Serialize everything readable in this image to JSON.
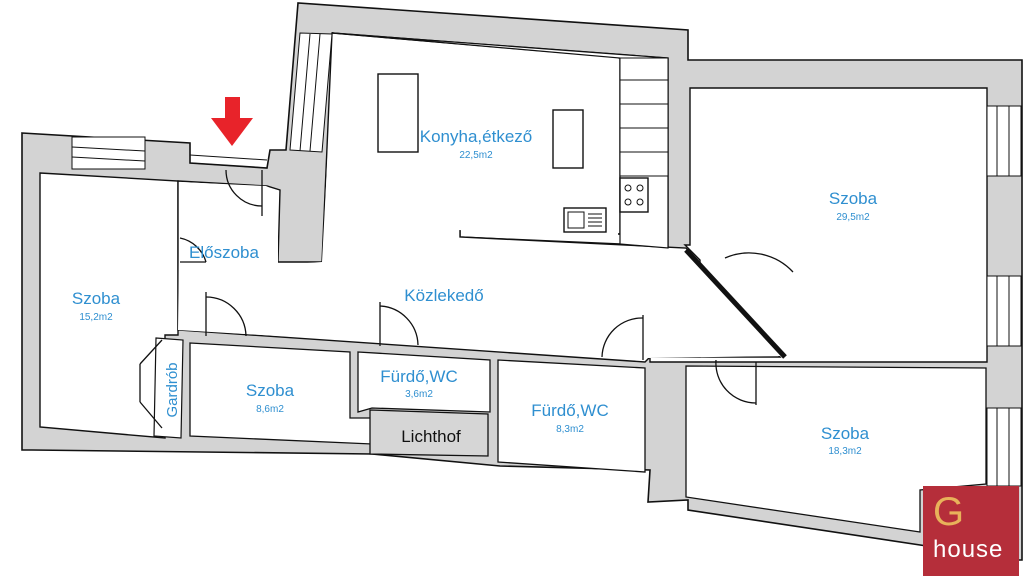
{
  "rooms": {
    "kitchen": {
      "name": "Konyha,étkező",
      "area": "22,5m2"
    },
    "room_right_top": {
      "name": "Szoba",
      "area": "29,5m2"
    },
    "entry": {
      "name": "Előszoba"
    },
    "corridor": {
      "name": "Közlekedő"
    },
    "room_left": {
      "name": "Szoba",
      "area": "15,2m2"
    },
    "room_small": {
      "name": "Szoba",
      "area": "8,6m2"
    },
    "bath_small": {
      "name": "Fürdő,WC",
      "area": "3,6m2"
    },
    "bath_large": {
      "name": "Fürdő,WC",
      "area": "8,3m2"
    },
    "room_right_bottom": {
      "name": "Szoba",
      "area": "18,3m2"
    },
    "wardrobe": {
      "name": "Gardrób"
    },
    "lightwell": {
      "name": "Lichthof"
    }
  },
  "logo": {
    "letter": "G",
    "word": "house"
  },
  "colors": {
    "label": "#2f8fd0",
    "wall": "#d3d3d3",
    "entrance_arrow": "#e8232a",
    "logo_bg": "#b52e3a",
    "logo_letter": "#e8b25a"
  }
}
